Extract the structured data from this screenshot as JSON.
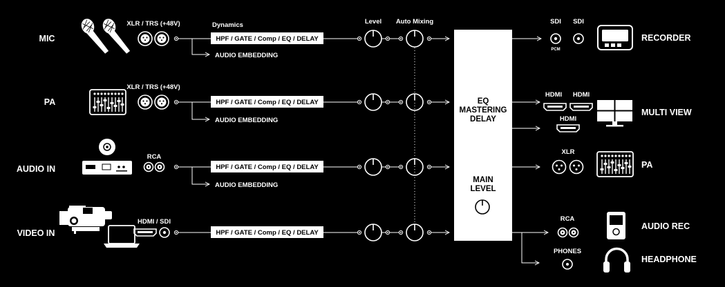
{
  "inputs": {
    "mic": "MIC",
    "pa": "PA",
    "audio_in": "AUDIO IN",
    "video_in": "VIDEO IN"
  },
  "connectors": {
    "mic": "XLR / TRS (+48V)",
    "pa": "XLR / TRS (+48V)",
    "audio_in": "RCA",
    "video_in": "HDMI / SDI"
  },
  "headers": {
    "dynamics": "Dynamics",
    "level": "Level",
    "auto_mixing": "Auto Mixing"
  },
  "dsp_chain": "HPF / GATE / Comp / EQ / DELAY",
  "embedding": "AUDIO EMBEDDING",
  "center": {
    "line1": "EQ",
    "line2": "MASTERING",
    "line3": "DELAY",
    "main1": "MAIN",
    "main2": "LEVEL"
  },
  "outputs": {
    "sdi_a": "SDI",
    "sdi_b": "SDI",
    "pcm": "PCM",
    "hdmi_a": "HDMI",
    "hdmi_b": "HDMI",
    "hdmi_c": "HDMI",
    "xlr": "XLR",
    "rca": "RCA",
    "phones": "PHONES"
  },
  "devices": {
    "recorder": "RECORDER",
    "multi_view": "MULTI VIEW",
    "pa": "PA",
    "audio_rec": "AUDIO REC",
    "headphone": "HEADPHONE"
  },
  "icons": [
    "microphone-icon",
    "mixer-icon",
    "cd-icon",
    "cd-player-icon",
    "camcorder-icon",
    "laptop-icon",
    "xlr-trs-jack-icon",
    "rca-jack-icon",
    "hdmi-port-icon",
    "sdi-port-icon",
    "knob-icon",
    "recorder-icon",
    "monitor-icon",
    "audio-recorder-icon",
    "headphone-icon",
    "phone-jack-icon",
    "xlr-connector-icon"
  ],
  "colors": {
    "background": "#000000",
    "foreground": "#ffffff"
  }
}
